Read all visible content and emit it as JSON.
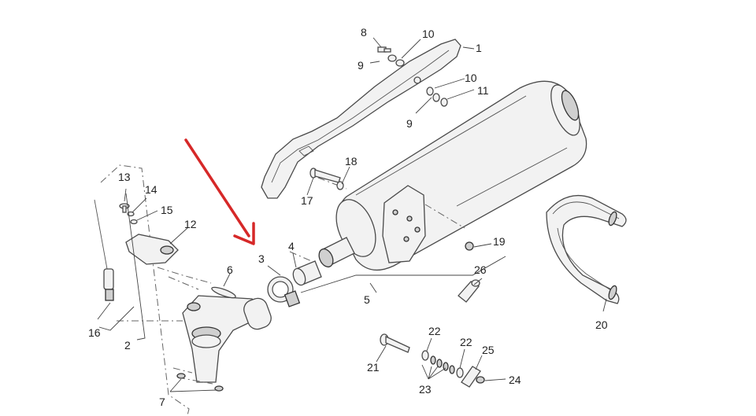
{
  "callouts": {
    "c1": "1",
    "c2": "2",
    "c3": "3",
    "c4": "4",
    "c5": "5",
    "c6": "6",
    "c7": "7",
    "c8": "8",
    "c9a": "9",
    "c9b": "9",
    "c10a": "10",
    "c10b": "10",
    "c11": "11",
    "c12": "12",
    "c13": "13",
    "c14": "14",
    "c15": "15",
    "c16": "16",
    "c17": "17",
    "c18": "18",
    "c19": "19",
    "c20": "20",
    "c21": "21",
    "c22a": "22",
    "c22b": "22",
    "c23": "23",
    "c24": "24",
    "c25": "25",
    "c26": "26"
  },
  "colors": {
    "arrow": "#d62828",
    "line": "#444444",
    "fill": "#f2f2f2"
  }
}
